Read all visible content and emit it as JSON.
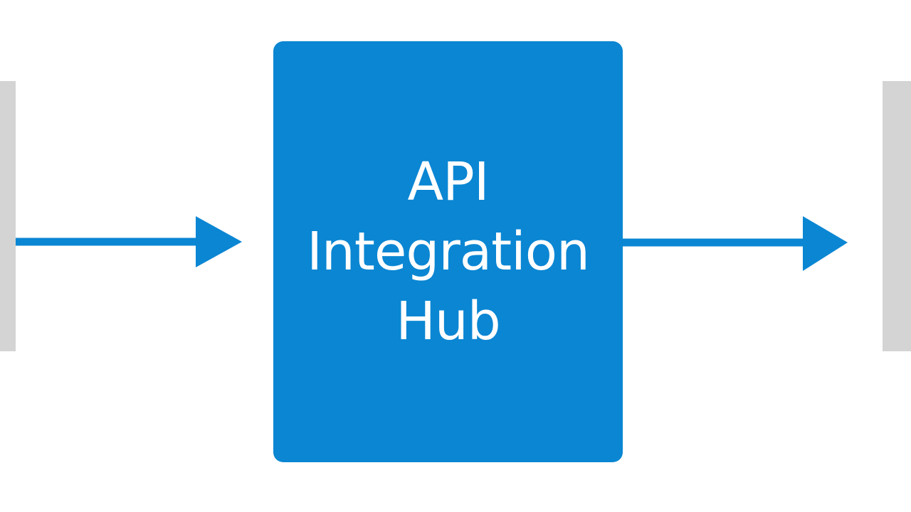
{
  "diagram": {
    "hub": {
      "lines": [
        "API",
        "Integration",
        "Hub"
      ]
    },
    "colors": {
      "hub_fill": "#0a86d3",
      "hub_text": "#ffffff",
      "arrow": "#0a86d3",
      "side_blocks": "#d4d4d4",
      "background": "#ffffff"
    },
    "connectors": [
      {
        "name": "input-arrow",
        "icon": "arrow-right-icon"
      },
      {
        "name": "output-arrow",
        "icon": "arrow-right-icon"
      }
    ]
  }
}
